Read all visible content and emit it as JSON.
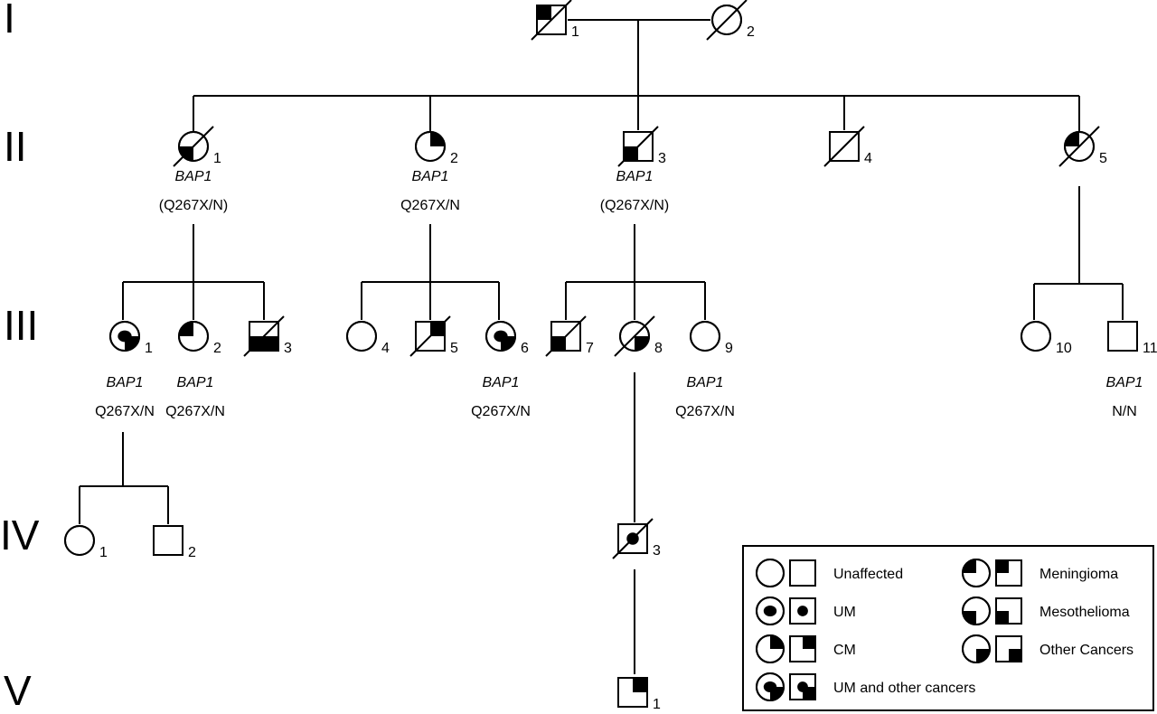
{
  "generations": [
    "I",
    "II",
    "III",
    "IV",
    "V"
  ],
  "individuals": [
    {
      "id": "I-1",
      "gen": 0,
      "sex": "male",
      "label": "1",
      "deceased": true,
      "phenotype": "meningioma"
    },
    {
      "id": "I-2",
      "gen": 0,
      "sex": "female",
      "label": "2",
      "deceased": true,
      "phenotype": "unaffected"
    },
    {
      "id": "II-1",
      "gen": 1,
      "sex": "female",
      "label": "1",
      "deceased": true,
      "phenotype": "mesothelioma",
      "gene": "BAP1",
      "genotype": "(Q267X/N)"
    },
    {
      "id": "II-2",
      "gen": 1,
      "sex": "female",
      "label": "2",
      "deceased": false,
      "phenotype": "cm",
      "gene": "BAP1",
      "genotype": "Q267X/N"
    },
    {
      "id": "II-3",
      "gen": 1,
      "sex": "male",
      "label": "3",
      "deceased": true,
      "phenotype": "mesothelioma",
      "gene": "BAP1",
      "genotype": "(Q267X/N)"
    },
    {
      "id": "II-4",
      "gen": 1,
      "sex": "male",
      "label": "4",
      "deceased": true,
      "phenotype": "unaffected"
    },
    {
      "id": "II-5",
      "gen": 1,
      "sex": "female",
      "label": "5",
      "deceased": true,
      "phenotype": "meningioma"
    },
    {
      "id": "III-1",
      "gen": 2,
      "sex": "female",
      "label": "1",
      "deceased": false,
      "phenotype": "um_other",
      "gene": "BAP1",
      "genotype": "Q267X/N"
    },
    {
      "id": "III-2",
      "gen": 2,
      "sex": "female",
      "label": "2",
      "deceased": false,
      "phenotype": "meningioma",
      "gene": "BAP1",
      "genotype": "Q267X/N"
    },
    {
      "id": "III-3",
      "gen": 2,
      "sex": "male",
      "label": "3",
      "deceased": true,
      "phenotype": "half"
    },
    {
      "id": "III-4",
      "gen": 2,
      "sex": "female",
      "label": "4",
      "deceased": false,
      "phenotype": "unaffected"
    },
    {
      "id": "III-5",
      "gen": 2,
      "sex": "male",
      "label": "5",
      "deceased": true,
      "phenotype": "cm"
    },
    {
      "id": "III-6",
      "gen": 2,
      "sex": "female",
      "label": "6",
      "deceased": false,
      "phenotype": "um_other",
      "gene": "BAP1",
      "genotype": "Q267X/N"
    },
    {
      "id": "III-7",
      "gen": 2,
      "sex": "male",
      "label": "7",
      "deceased": true,
      "phenotype": "mesothelioma"
    },
    {
      "id": "III-8",
      "gen": 2,
      "sex": "female",
      "label": "8",
      "deceased": true,
      "phenotype": "other"
    },
    {
      "id": "III-9",
      "gen": 2,
      "sex": "female",
      "label": "9",
      "deceased": false,
      "phenotype": "unaffected",
      "gene": "BAP1",
      "genotype": "Q267X/N"
    },
    {
      "id": "III-10",
      "gen": 2,
      "sex": "female",
      "label": "10",
      "deceased": false,
      "phenotype": "unaffected"
    },
    {
      "id": "III-11",
      "gen": 2,
      "sex": "male",
      "label": "11",
      "deceased": false,
      "phenotype": "unaffected",
      "gene": "BAP1",
      "genotype": "N/N"
    },
    {
      "id": "IV-1",
      "gen": 3,
      "sex": "female",
      "label": "1",
      "deceased": false,
      "phenotype": "unaffected"
    },
    {
      "id": "IV-2",
      "gen": 3,
      "sex": "male",
      "label": "2",
      "deceased": false,
      "phenotype": "unaffected"
    },
    {
      "id": "IV-3",
      "gen": 3,
      "sex": "male",
      "label": "3",
      "deceased": true,
      "phenotype": "um"
    },
    {
      "id": "V-1",
      "gen": 4,
      "sex": "male",
      "label": "1",
      "deceased": false,
      "phenotype": "cm"
    }
  ],
  "legend": [
    {
      "phenotype": "unaffected",
      "label": "Unaffected"
    },
    {
      "phenotype": "um",
      "label": "UM"
    },
    {
      "phenotype": "cm",
      "label": "CM"
    },
    {
      "phenotype": "um_other",
      "label": "UM and other cancers"
    },
    {
      "phenotype": "meningioma",
      "label": "Meningioma"
    },
    {
      "phenotype": "mesothelioma",
      "label": "Mesothelioma"
    },
    {
      "phenotype": "other",
      "label": "Other Cancers"
    }
  ]
}
